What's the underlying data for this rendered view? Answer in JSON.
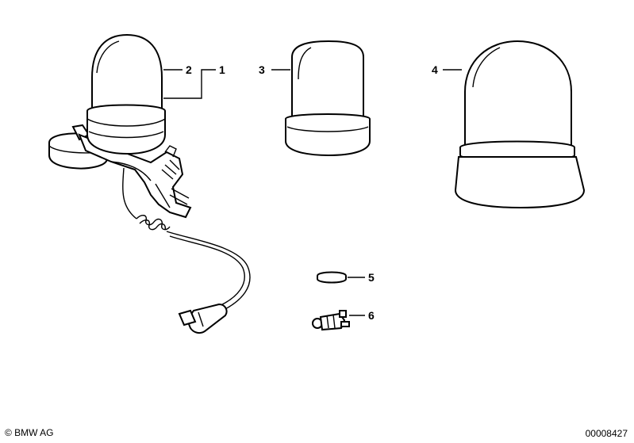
{
  "callouts": {
    "one": "1",
    "two": "2",
    "three": "3",
    "four": "4",
    "five": "5",
    "six": "6"
  },
  "footer": {
    "copyright": "© BMW AG",
    "doc_number": "00008427"
  }
}
